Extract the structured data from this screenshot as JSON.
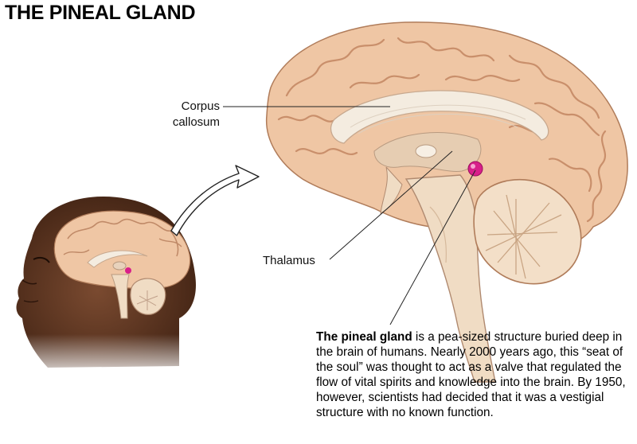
{
  "title": "THE PINEAL GLAND",
  "labels": {
    "corpus_line1": "Corpus",
    "corpus_line2": "callosum",
    "thalamus": "Thalamus"
  },
  "description": {
    "bold": "The pineal gland",
    "text": " is a pea-sized structure buried deep in the brain of humans. Nearly 2000 years ago, this “seat of the soul” was thought to act as a valve that regulated the flow of vital spirits and knowledge into the brain. By 1950, however, scientists had decided that it was a vestigial structure with no known function."
  },
  "colors": {
    "cortex": "#efc6a4",
    "cortex_shadow": "#cf9c7a",
    "corpus": "#f4ece0",
    "pineal": "#d81f8a",
    "skin": "#5a3320"
  }
}
